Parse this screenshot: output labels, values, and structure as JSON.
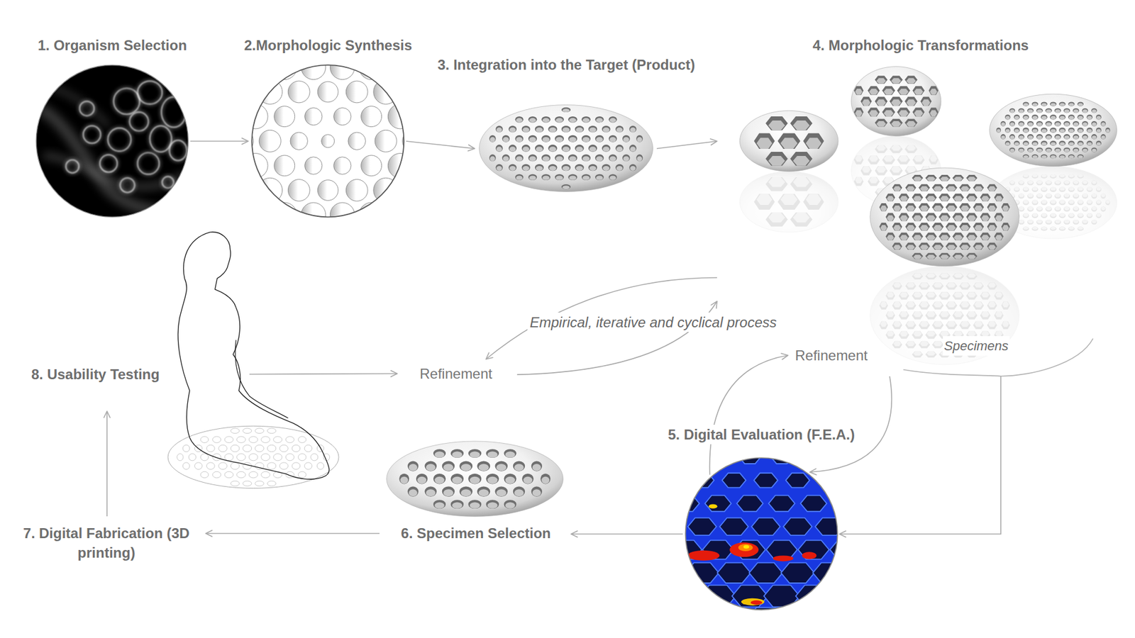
{
  "diagram": {
    "nodes": [
      {
        "text": [
          "1. Organism Selection"
        ]
      },
      {
        "text": [
          "2.Morphologic Synthesis"
        ]
      },
      {
        "text": [
          "3. Integration into the Target (Product)"
        ]
      },
      {
        "text": [
          "4. Morphologic Transformations",
          "Specimens"
        ]
      },
      {
        "text": [
          "5. Digital Evaluation (F.E.A.)"
        ]
      },
      {
        "text": [
          "6. Specimen Selection"
        ]
      },
      {
        "text": [
          "7. Digital Fabrication (3D printing)"
        ]
      },
      {
        "text": [
          "8. Usability Testing"
        ]
      },
      {
        "text": [
          "Refinement"
        ]
      },
      {
        "text": [
          "Refinement"
        ]
      }
    ],
    "edges": [
      {
        "from": 0,
        "to": 1,
        "arrow": "to"
      },
      {
        "from": 1,
        "to": 2,
        "arrow": "to"
      },
      {
        "from": 2,
        "to": 3,
        "arrow": "to"
      },
      {
        "from": 3,
        "to": 4,
        "arrow": "to"
      },
      {
        "from": 3,
        "to": 4,
        "arrow": "to"
      },
      {
        "from": 4,
        "to": 9,
        "arrow": "to"
      },
      {
        "from": 4,
        "to": 5,
        "arrow": "to"
      },
      {
        "from": 5,
        "to": 6,
        "arrow": "to"
      },
      {
        "from": 6,
        "to": 7,
        "arrow": "to"
      },
      {
        "from": 7,
        "to": 8,
        "arrow": "to"
      },
      {
        "from": 8,
        "to": 3,
        "arrow": "to"
      },
      {
        "from": 3,
        "to": 8,
        "arrow": "to"
      }
    ],
    "labels": [
      "Empirical, iterative and cyclical process"
    ]
  }
}
